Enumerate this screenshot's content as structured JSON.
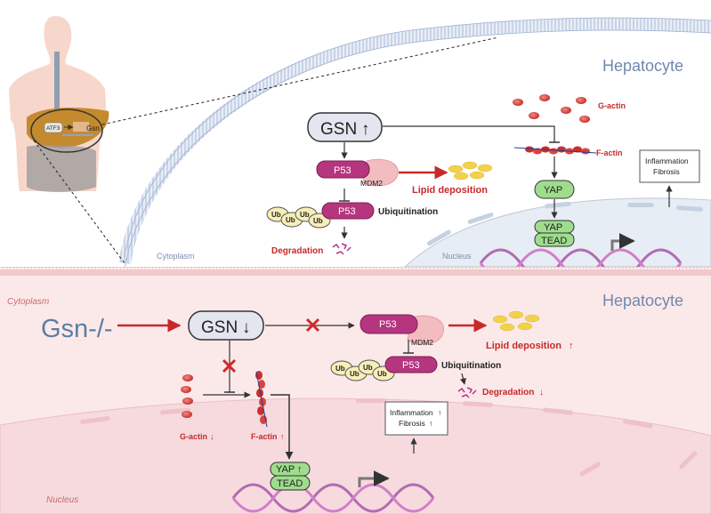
{
  "colors": {
    "membrane": "#b9c7df",
    "nucleus_top": "#e7edf4",
    "bottom_panel": "#fbe9ea",
    "p53": "#b5357f",
    "yap": "#9edd8d",
    "red_text": "#c7292a",
    "title_blue": "#7188ad"
  },
  "top": {
    "title": "Hepatocyte",
    "cytoplasm_label": "Cytoplasm",
    "nucleus_label": "Nucleus",
    "gsn_label": "GSN",
    "gsn_arrow": "↑",
    "g_actin": "G-actin",
    "f_actin": "F-actin",
    "p53": "P53",
    "mdm2": "MDM2",
    "lipid": "Lipid deposition",
    "ub": "Ub",
    "p53b": "P53",
    "ubiquitination": "Ubiquitination",
    "degradation": "Degradation",
    "yap": "YAP",
    "yap2": "YAP",
    "tead": "TEAD",
    "inflammation": "Inflammation",
    "fibrosis": "Fibrosis"
  },
  "body_inset": {
    "atf3": "ATF3",
    "gsn": "Gsn"
  },
  "bottom": {
    "title": "Hepatocyte",
    "cytoplasm_label": "Cytoplasm",
    "nucleus_label": "Nucleus",
    "knockout": "Gsn-/-",
    "gsn_label": "GSN",
    "gsn_arrow": "↓",
    "p53": "P53",
    "mdm2": "MDM2",
    "lipid": "Lipid deposition",
    "lipid_arrow": "↑",
    "ub": "Ub",
    "p53b": "P53",
    "ubiquitination": "Ubiquitination",
    "degradation": "Degradation",
    "degradation_arrow": "↓",
    "g_actin": "G-actin",
    "g_actin_arrow": "↓",
    "f_actin": "F-actin",
    "f_actin_arrow": "↑",
    "yap": "YAP",
    "yap_arrow": "↑",
    "tead": "TEAD",
    "inflammation": "Inflammation",
    "inflammation_arrow": "↑",
    "fibrosis": "Fibrosis",
    "fibrosis_arrow": "↑"
  }
}
